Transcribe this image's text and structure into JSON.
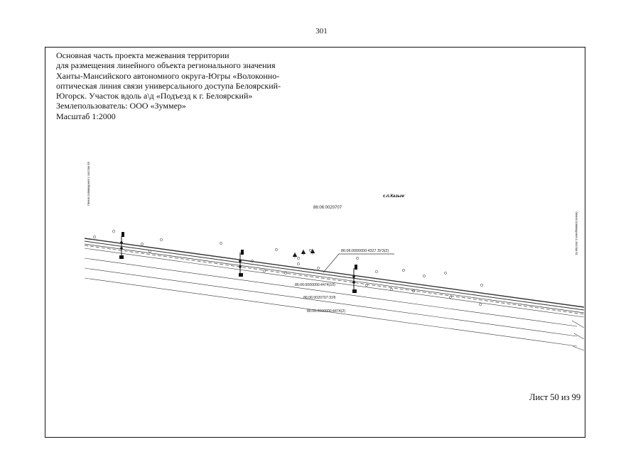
{
  "page_number": "301",
  "header": {
    "lines": [
      "Основная часть проекта межевания территории",
      "для размещения линейного объекта  регионального значения",
      "Ханты-Мансийского автономного округа-Югры «Волоконно-",
      "оптическая линия связи универсального доступа Белоярский-",
      "Югорск. Участок вдоль а\\д «Подъезд к г. Белоярский»",
      "Землепользователь: ООО «Зуммер»",
      "Масштаб 1:2000"
    ]
  },
  "map": {
    "settlement_label": "с.п.Казым",
    "parcel_labels": {
      "top": "86:06:0020707",
      "leader": "86:06:0000000:4327 ЗУ3(2)",
      "mid_a": "86:06:0000000:4474(10)",
      "mid_b": "86:06:0020707:ЗУ8",
      "bottom": "86:06:0000000:4474(2)"
    },
    "left_edge_note": "Линия совмещения с листом 49",
    "right_edge_note": "Линия совмещения с листом 51"
  },
  "sheet": "Лист 50 из 99"
}
